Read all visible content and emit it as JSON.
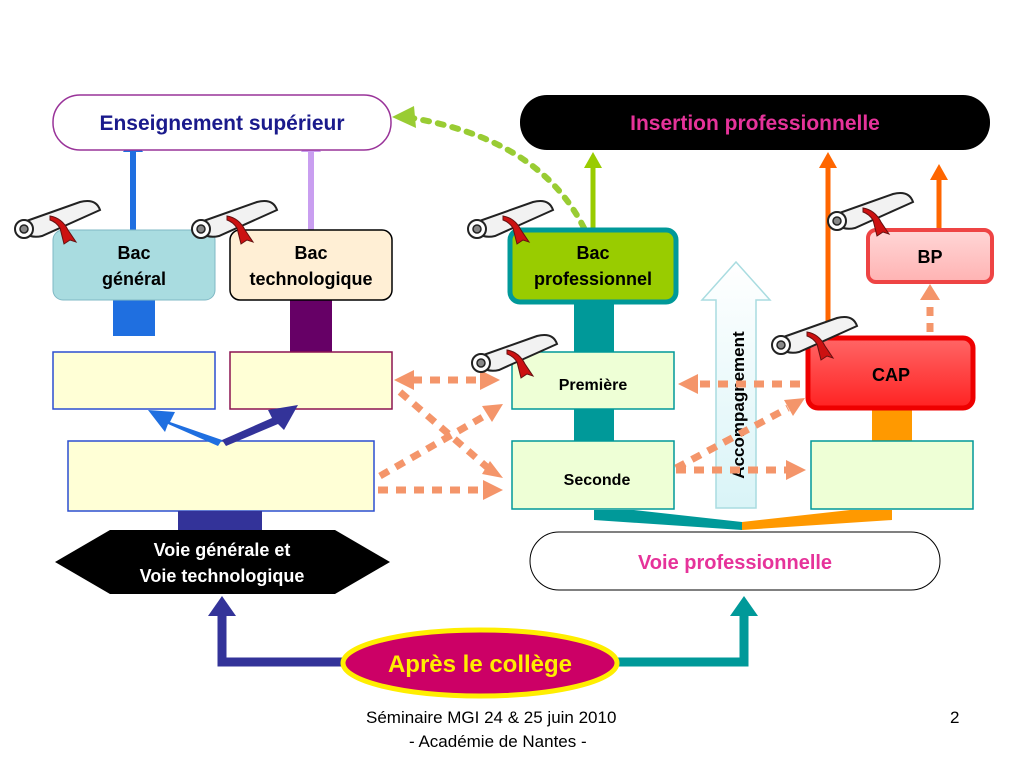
{
  "nodes": {
    "higher_ed": "Enseignement supérieur",
    "insertion": "Insertion professionnelle",
    "bac_general_1": "Bac",
    "bac_general_2": "général",
    "bac_techno_1": "Bac",
    "bac_techno_2": "technologique",
    "bac_pro_1": "Bac",
    "bac_pro_2": "professionnel",
    "bp": "BP",
    "cap": "CAP",
    "premiere": "Première",
    "seconde": "Seconde",
    "accompagnement": "Accompagnement",
    "voie_gen_1": "Voie générale et",
    "voie_gen_2": "Voie technologique",
    "voie_pro": "Voie professionnelle",
    "apres_college": "Après le collège"
  },
  "footer": {
    "line1": "Séminaire MGI 24 & 25 juin 2010",
    "line2": "- Académie de Nantes -",
    "page_number": "2"
  },
  "colors": {
    "navy_text": "#1a1a8c",
    "pink_text": "#e6339a",
    "cream_box": "#ffffd6",
    "bac_general": "#a9dce0",
    "bac_pro": "#99cc00",
    "cap": "#ff3333",
    "arrow_salmon": "#f4956a",
    "arrow_green": "#99cc33",
    "apres_college": "#cc0066"
  }
}
